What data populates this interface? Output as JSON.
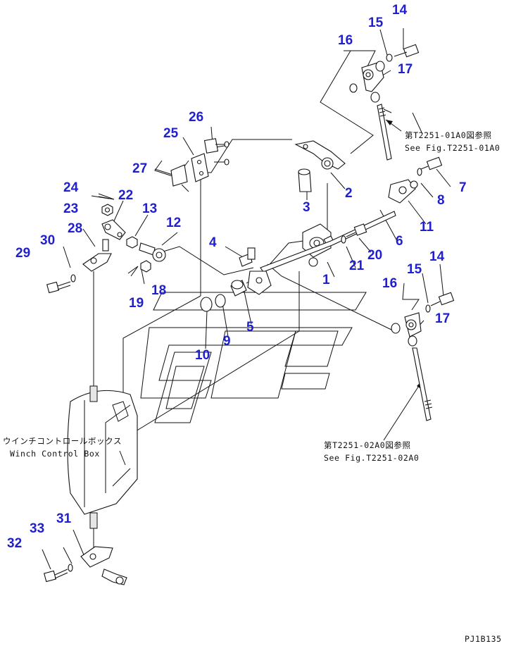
{
  "labels": [
    {
      "id": "1",
      "text": "1"
    },
    {
      "id": "2",
      "text": "2"
    },
    {
      "id": "3",
      "text": "3"
    },
    {
      "id": "4",
      "text": "4"
    },
    {
      "id": "5",
      "text": "5"
    },
    {
      "id": "6",
      "text": "6"
    },
    {
      "id": "7",
      "text": "7"
    },
    {
      "id": "8",
      "text": "8"
    },
    {
      "id": "9",
      "text": "9"
    },
    {
      "id": "10",
      "text": "10"
    },
    {
      "id": "11",
      "text": "11"
    },
    {
      "id": "12",
      "text": "12"
    },
    {
      "id": "13",
      "text": "13"
    },
    {
      "id": "14a",
      "text": "14"
    },
    {
      "id": "14b",
      "text": "14"
    },
    {
      "id": "15a",
      "text": "15"
    },
    {
      "id": "15b",
      "text": "15"
    },
    {
      "id": "16a",
      "text": "16"
    },
    {
      "id": "16b",
      "text": "16"
    },
    {
      "id": "17a",
      "text": "17"
    },
    {
      "id": "17b",
      "text": "17"
    },
    {
      "id": "18",
      "text": "18"
    },
    {
      "id": "19",
      "text": "19"
    },
    {
      "id": "20",
      "text": "20"
    },
    {
      "id": "21",
      "text": "21"
    },
    {
      "id": "22",
      "text": "22"
    },
    {
      "id": "23",
      "text": "23"
    },
    {
      "id": "24",
      "text": "24"
    },
    {
      "id": "25",
      "text": "25"
    },
    {
      "id": "26",
      "text": "26"
    },
    {
      "id": "27",
      "text": "27"
    },
    {
      "id": "28",
      "text": "28"
    },
    {
      "id": "29",
      "text": "29"
    },
    {
      "id": "30",
      "text": "30"
    },
    {
      "id": "31",
      "text": "31"
    },
    {
      "id": "32",
      "text": "32"
    },
    {
      "id": "33",
      "text": "33"
    }
  ],
  "captions": {
    "ref_top_jp": "第T2251-01A0図参照",
    "ref_top_en": "See Fig.T2251-01A0",
    "ref_bottom_jp": "第T2251-02A0図参照",
    "ref_bottom_en": "See Fig.T2251-02A0",
    "winch_jp": "ウインチコントロールボックス",
    "winch_en": "Winch Control Box",
    "drawing_code": "PJ1B135"
  },
  "colors": {
    "label": "#1f1fd0",
    "line": "#111111",
    "background": "#ffffff"
  }
}
